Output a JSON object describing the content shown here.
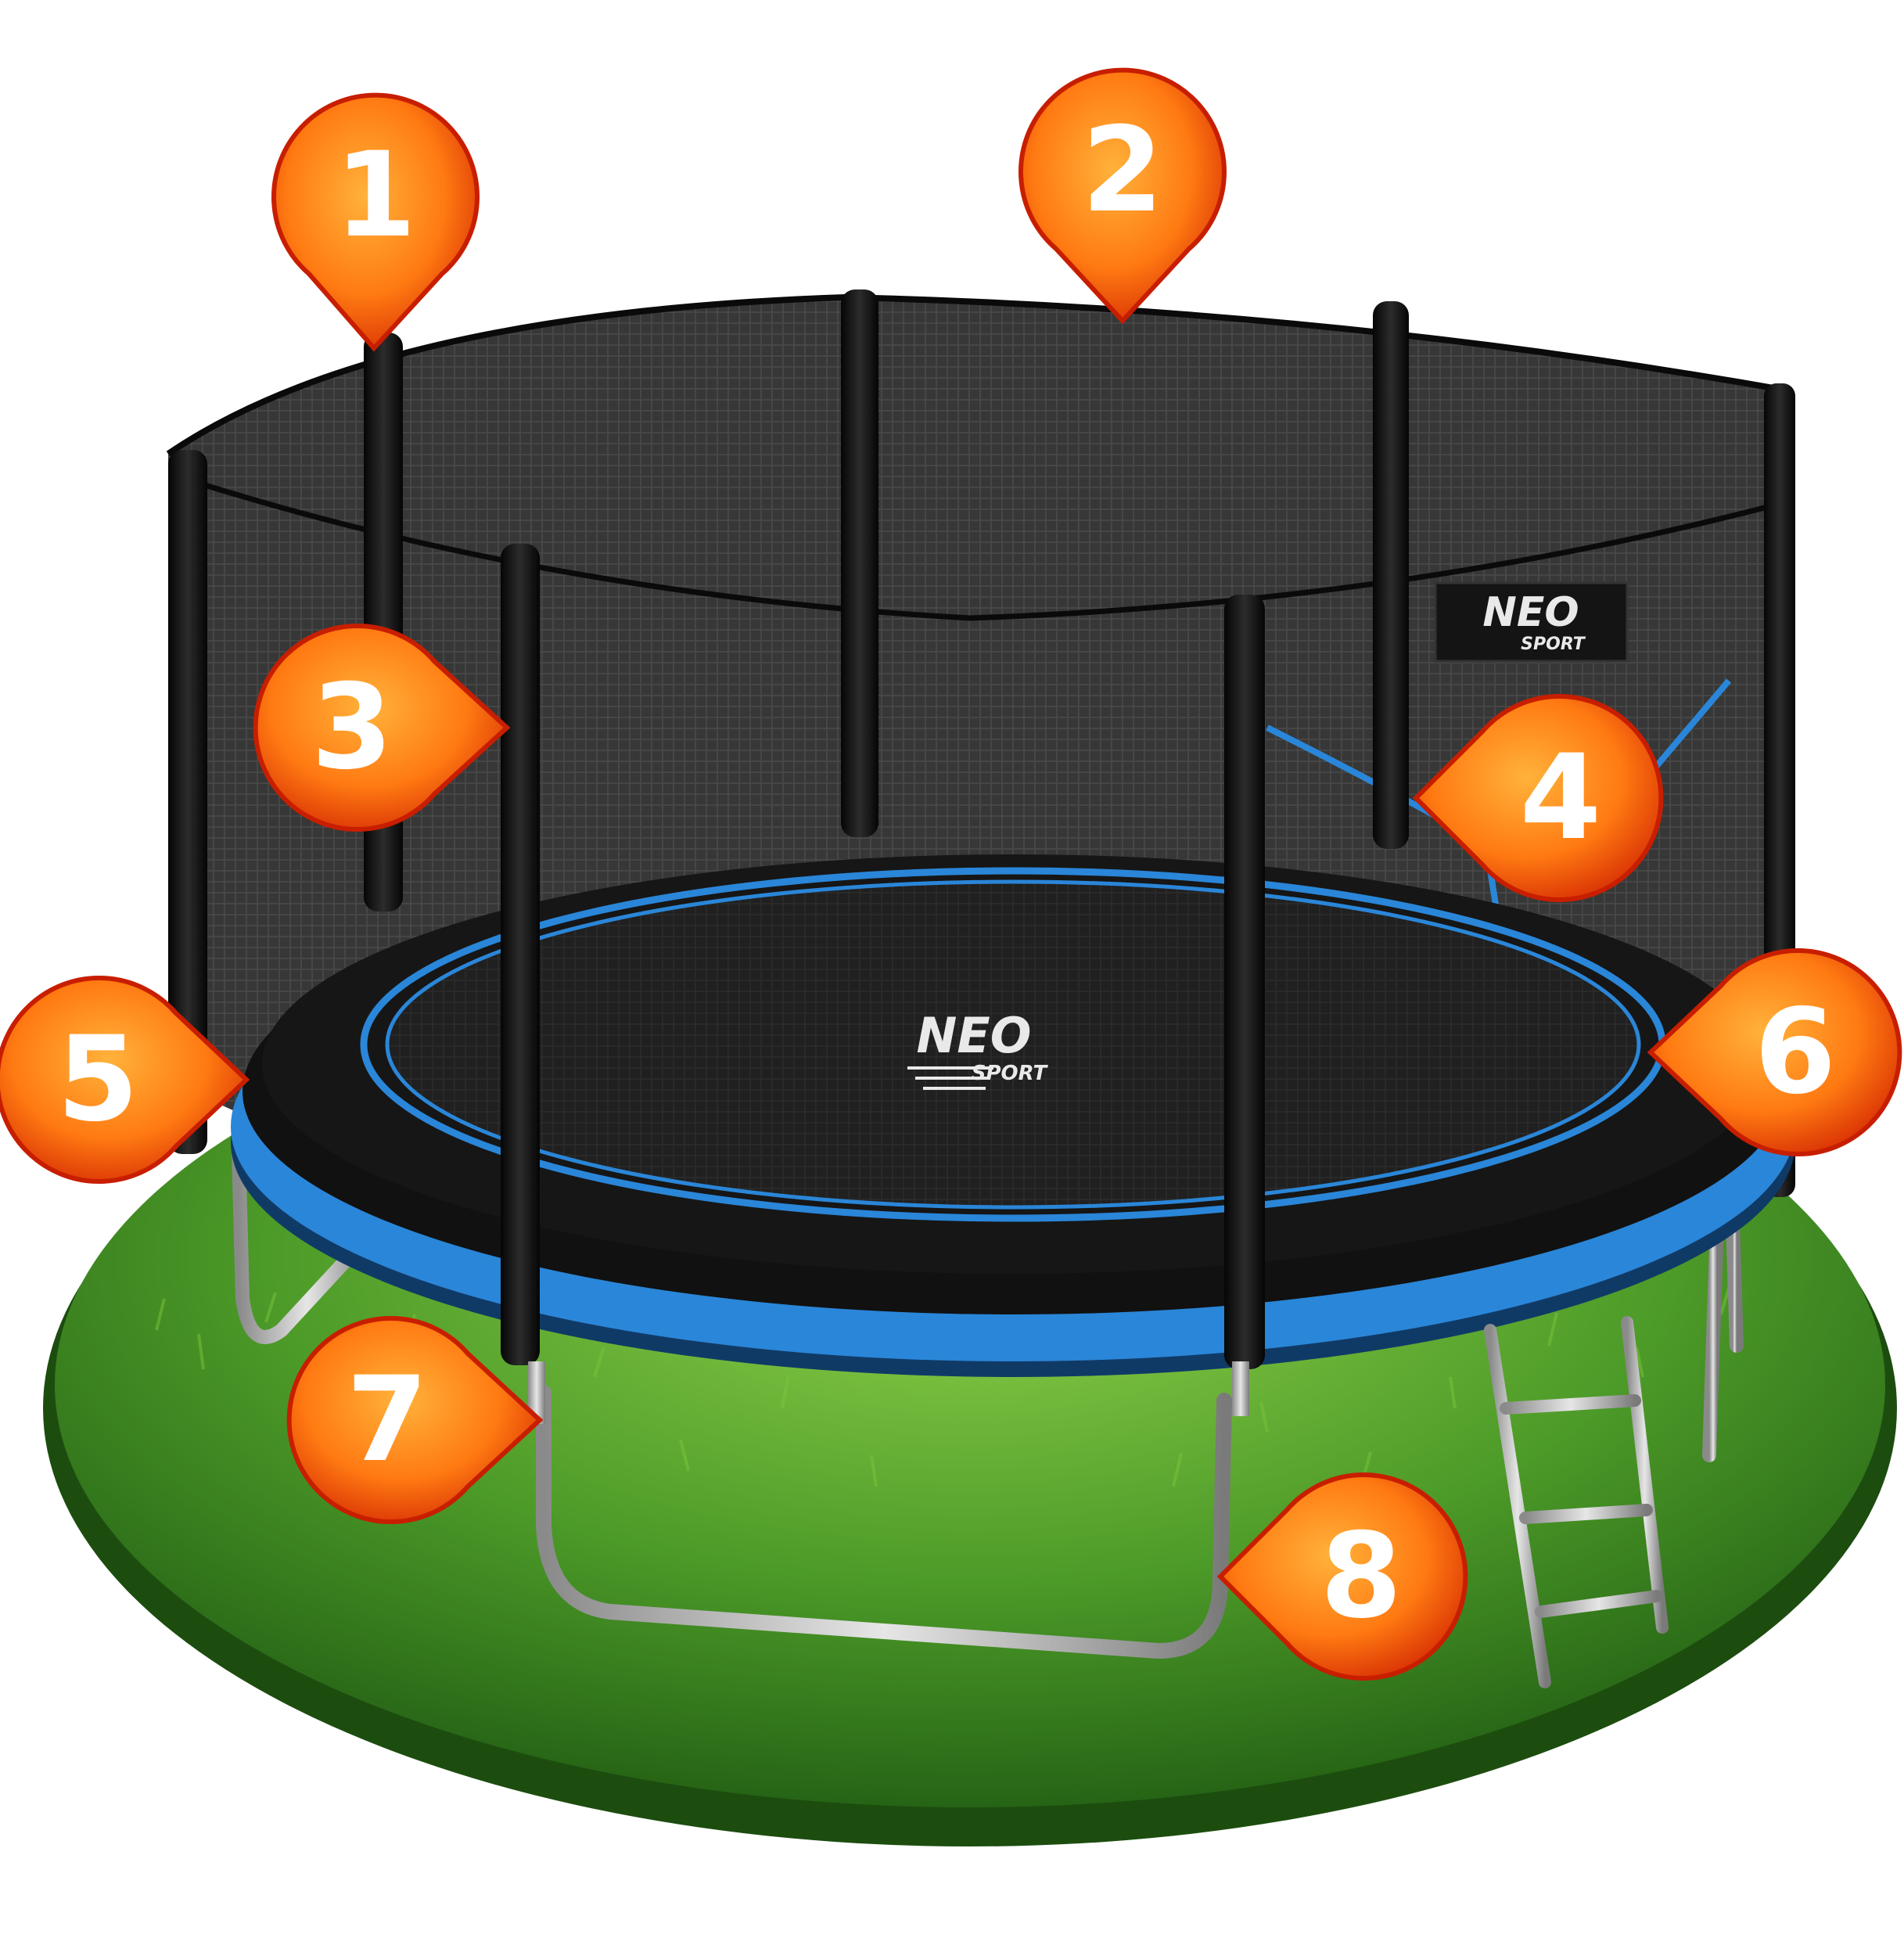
{
  "brand": {
    "logo_main": "NEO",
    "logo_sub": "SPORT"
  },
  "markers": [
    {
      "number": "1",
      "target": "enclosure-pole-top"
    },
    {
      "number": "2",
      "target": "safety-net-top-edge"
    },
    {
      "number": "3",
      "target": "padded-pole-foam"
    },
    {
      "number": "4",
      "target": "net-entrance-zipper"
    },
    {
      "number": "5",
      "target": "jumping-mat"
    },
    {
      "number": "6",
      "target": "spring-cover-pad"
    },
    {
      "number": "7",
      "target": "leg-pole-connector"
    },
    {
      "number": "8",
      "target": "w-shaped-leg"
    }
  ],
  "colors": {
    "marker_fill_center": "#ff9a1e",
    "marker_fill_edge": "#e23a05",
    "marker_stroke": "#c81e00",
    "pad_blue": "#2a86d8",
    "mat_black": "#141414",
    "net_grey": "#2e2e2e",
    "grass_green": "#3e8a22"
  }
}
